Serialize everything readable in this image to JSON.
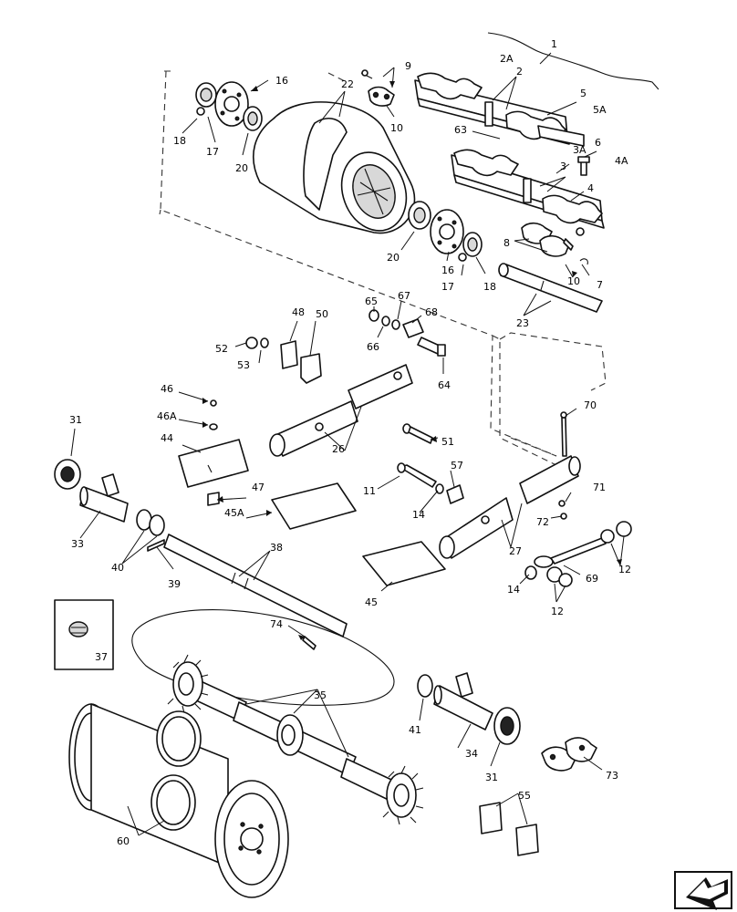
{
  "callouts": {
    "c1": "1",
    "c2A": "2A",
    "c2": "2",
    "c5": "5",
    "c5A": "5A",
    "c9": "9",
    "c10a": "10",
    "c16a": "16",
    "c22": "22",
    "c18a": "18",
    "c17a": "17",
    "c20a": "20",
    "c63": "63",
    "c3A": "3A",
    "c6": "6",
    "c4A": "4A",
    "c3": "3",
    "c4": "4",
    "c8": "8",
    "c10b": "10",
    "c7": "7",
    "c20b": "20",
    "c16b": "16",
    "c17b": "17",
    "c18b": "18",
    "c23": "23",
    "c65": "65",
    "c67": "67",
    "c68": "68",
    "c66": "66",
    "c64": "64",
    "c48": "48",
    "c50": "50",
    "c52": "52",
    "c53": "53",
    "c46": "46",
    "c46A": "46A",
    "c44": "44",
    "c26": "26",
    "c51": "51",
    "c70": "70",
    "c31a": "31",
    "c47": "47",
    "c11": "11",
    "c57": "57",
    "c14a": "14",
    "c71": "71",
    "c72": "72",
    "c33": "33",
    "c40": "40",
    "c39": "39",
    "c45A": "45A",
    "c38": "38",
    "c27": "27",
    "c12a": "12",
    "c14b": "14",
    "c69": "69",
    "c45": "45",
    "c12b": "12",
    "c37": "37",
    "c74": "74",
    "c41": "41",
    "c35": "35",
    "c34": "34",
    "c31b": "31",
    "c73": "73",
    "c55": "55",
    "c60": "60"
  },
  "nav_icon": "arrow-back-icon"
}
